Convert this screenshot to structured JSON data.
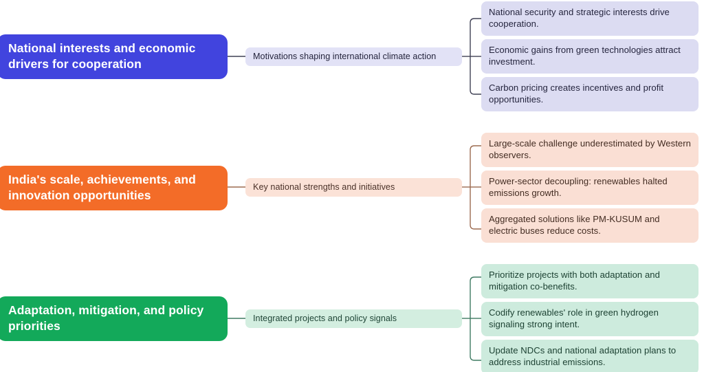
{
  "diagram": {
    "type": "mind-map",
    "orientation": "left-to-right",
    "background_color": "#ffffff",
    "branches": [
      {
        "id": "branch-national-interests",
        "color": "#4144DE",
        "mid_color": "#E2E2F6",
        "leaf_color": "#DCDCF2",
        "root_label": "National interests and economic drivers for cooperation",
        "mid_label": "Motivations shaping international climate action",
        "leaves": [
          "National security and strategic interests drive cooperation.",
          "Economic gains from green technologies attract investment.",
          "Carbon pricing creates incentives and profit opportunities."
        ]
      },
      {
        "id": "branch-india-scale",
        "color": "#F36C28",
        "mid_color": "#FBE2D7",
        "leaf_color": "#FADFD4",
        "root_label": "India's scale, achievements, and innovation opportunities",
        "mid_label": "Key national strengths and initiatives",
        "leaves": [
          "Large-scale challenge underestimated by Western observers.",
          "Power-sector decoupling: renewables halted emissions growth.",
          "Aggregated solutions like PM-KUSUM and electric buses reduce costs."
        ]
      },
      {
        "id": "branch-adaptation-policy",
        "color": "#13A95A",
        "mid_color": "#D3EEE0",
        "leaf_color": "#CDEBDD",
        "root_label": "Adaptation, mitigation, and policy priorities",
        "mid_label": "Integrated projects and policy signals",
        "leaves": [
          "Prioritize projects with both adaptation and mitigation co-benefits.",
          "Codify renewables' role in green hydrogen signaling strong intent.",
          "Update NDCs and national adaptation plans to address industrial emissions."
        ]
      }
    ]
  }
}
